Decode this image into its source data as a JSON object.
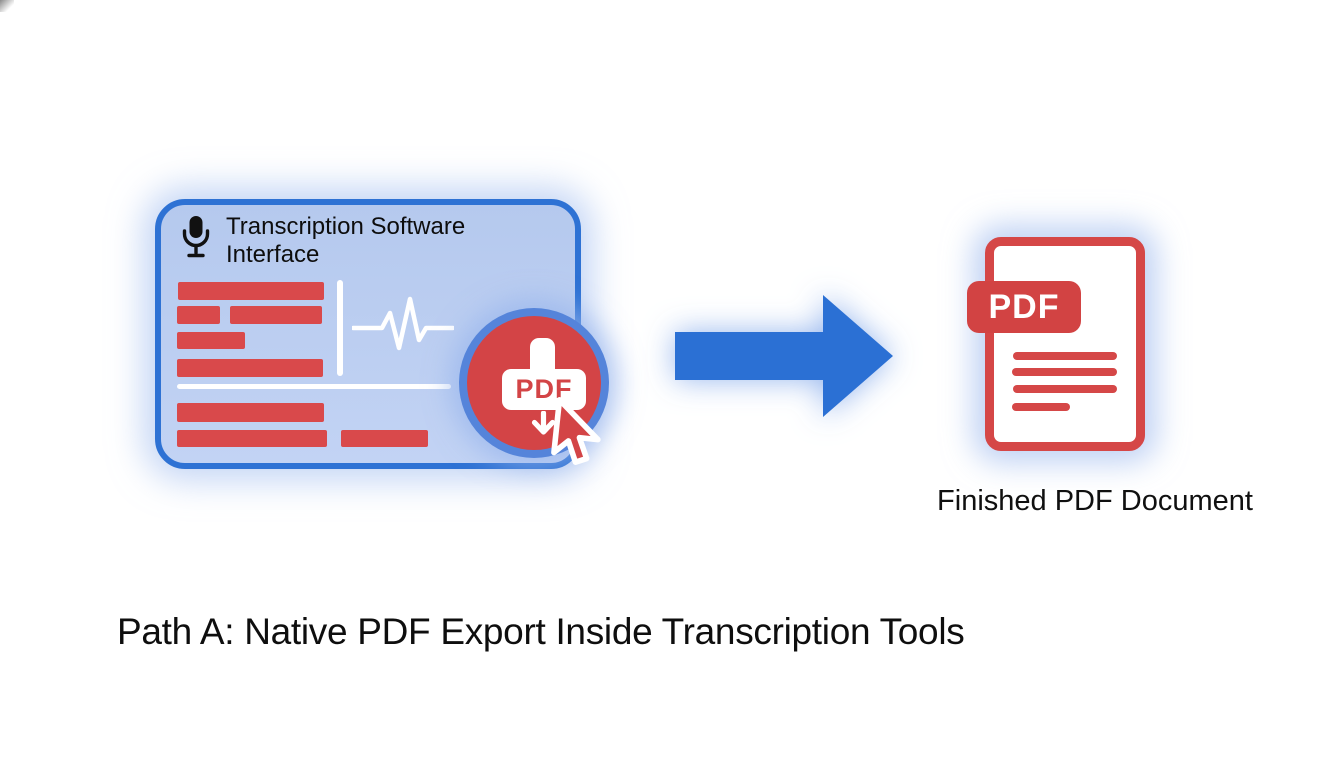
{
  "heading": "Path A: Native PDF Export Inside Transcription Tools",
  "transcription_card": {
    "title": "Transcription Software Interface",
    "icon": "microphone-icon"
  },
  "pdf_export_button": {
    "label": "PDF",
    "icon": "pdf-download-icon",
    "cursor": "cursor-pointer-icon"
  },
  "flow": {
    "icon": "arrow-right-icon"
  },
  "finished_document": {
    "badge": "PDF",
    "caption": "Finished PDF Document",
    "icon": "pdf-file-icon"
  },
  "colors": {
    "card_background": "#b9cdf1",
    "card_border": "#2e72d4",
    "transcript_red": "#d9494b",
    "button_red": "#d34446",
    "button_ring_blue": "#5584da",
    "arrow_blue": "#2b70d4",
    "document_red": "#d54747",
    "text_black": "#0e0e0e",
    "glow_blue": "#96b4ec"
  }
}
